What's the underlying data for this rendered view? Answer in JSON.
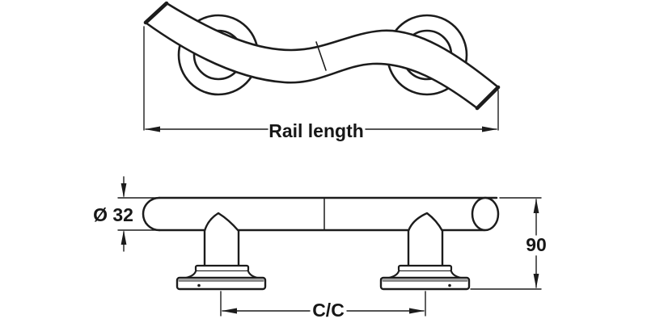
{
  "labels": {
    "rail_length": "Rail length",
    "diameter": "Ø 32",
    "height": "90",
    "center_to_center": "C/C"
  },
  "colors": {
    "line": "#1c1c1c",
    "dimension_line": "#1c1c1c",
    "shade": "#8c8c8c",
    "background": "#ffffff"
  }
}
